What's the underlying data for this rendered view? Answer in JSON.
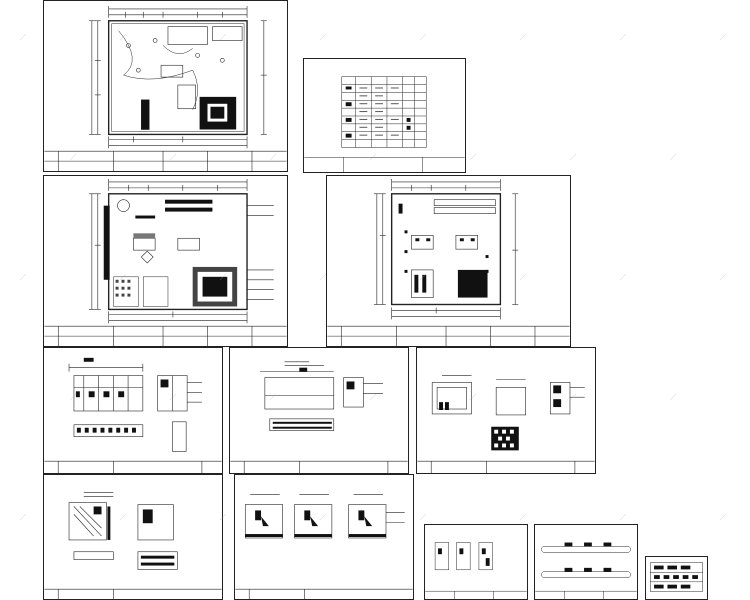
{
  "drawing_set": {
    "sheets": [
      {
        "id": "floor-plan-dimensioned",
        "kind": "plan",
        "label": "",
        "number": ""
      },
      {
        "id": "legend-table",
        "kind": "table",
        "label": "",
        "number": ""
      },
      {
        "id": "floor-plan-furnished",
        "kind": "plan",
        "label": "",
        "number": ""
      },
      {
        "id": "ceiling-plan",
        "kind": "plan",
        "label": "",
        "number": ""
      },
      {
        "id": "elevation-sheet-1",
        "kind": "elevation",
        "label": "",
        "number": ""
      },
      {
        "id": "elevation-sheet-2",
        "kind": "elevation",
        "label": "",
        "number": ""
      },
      {
        "id": "elevation-sheet-3",
        "kind": "elevation",
        "label": "",
        "number": ""
      },
      {
        "id": "detail-sheet-1",
        "kind": "detail",
        "label": "",
        "number": ""
      },
      {
        "id": "detail-sheet-2",
        "kind": "detail",
        "label": "",
        "number": ""
      },
      {
        "id": "detail-sheet-3",
        "kind": "small-detail",
        "label": "",
        "number": ""
      },
      {
        "id": "detail-sheet-4",
        "kind": "small-detail",
        "label": "",
        "number": ""
      },
      {
        "id": "cover-sheet",
        "kind": "cover",
        "label": "",
        "number": ""
      }
    ]
  },
  "legend_table": {
    "title": "",
    "rows": 9,
    "columns": 6
  },
  "colors": {
    "line": "#222222",
    "fill_dark": "#111111",
    "watermark": "#8fa4c8"
  }
}
